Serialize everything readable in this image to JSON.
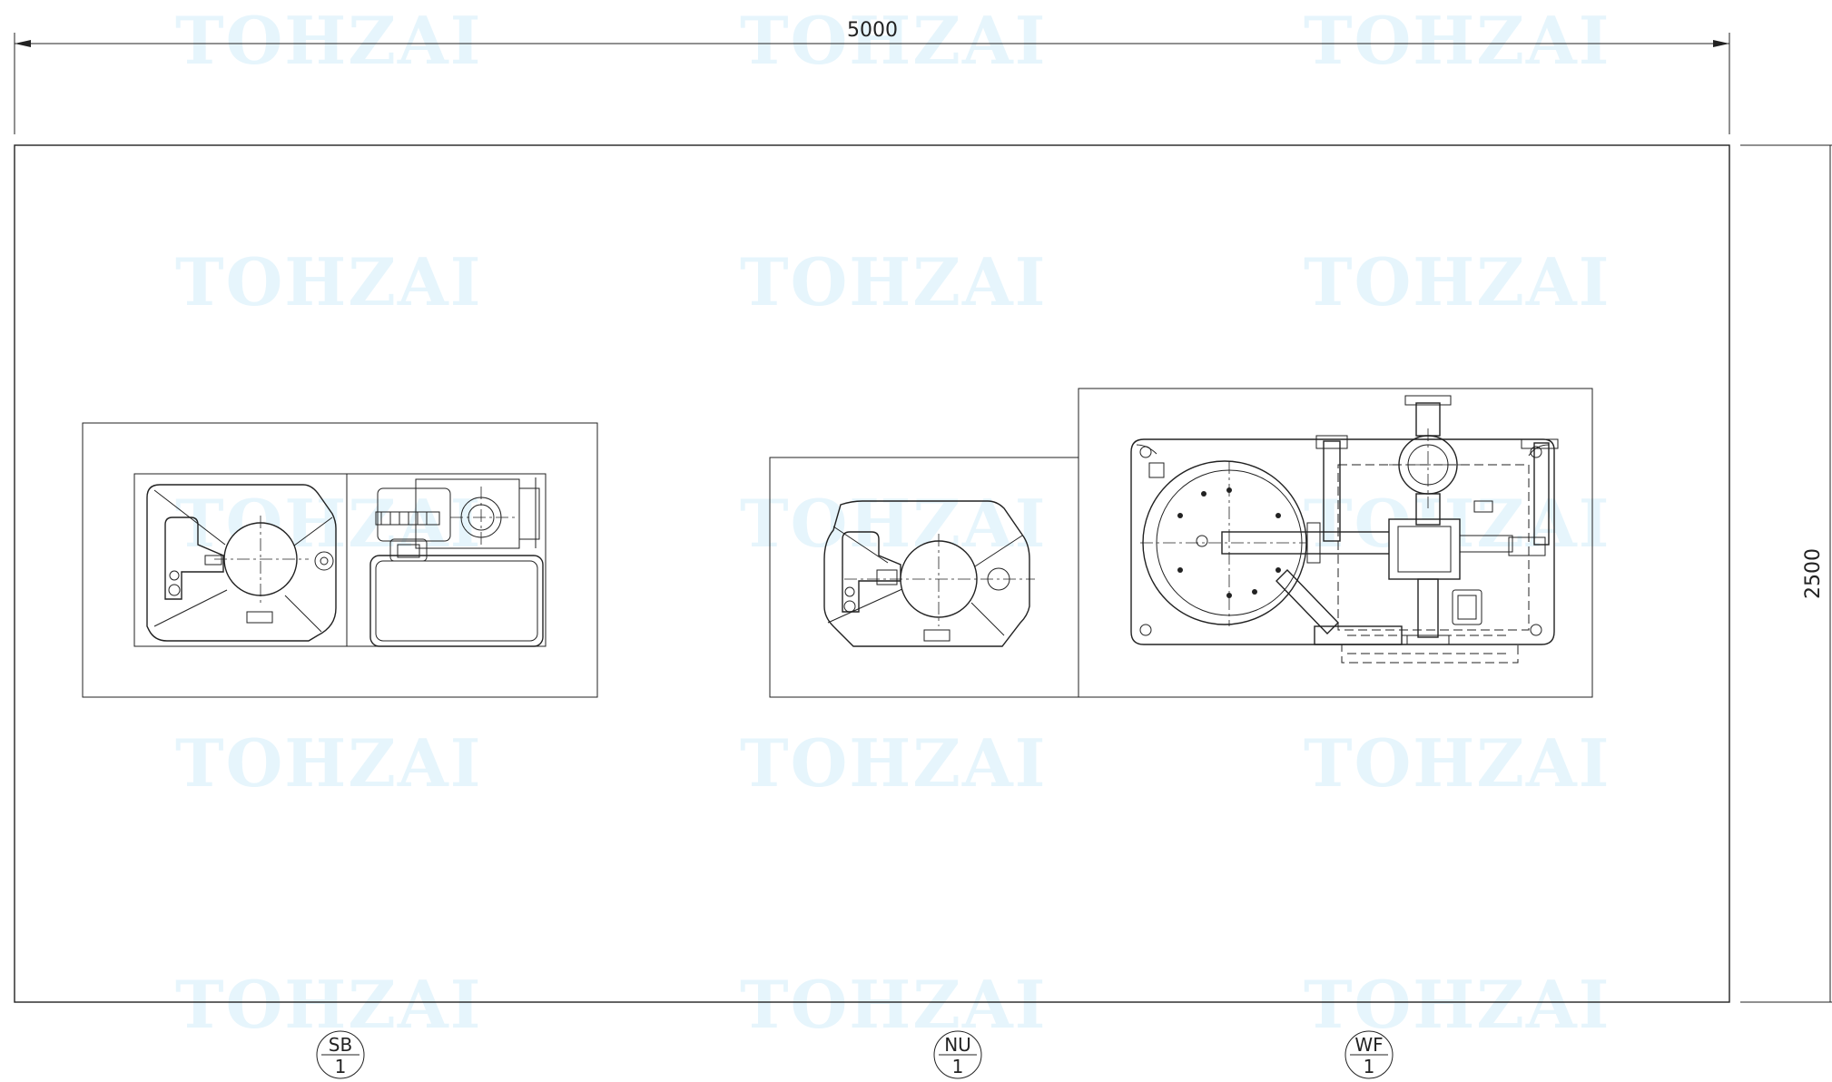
{
  "watermark": {
    "text": "TOHZAI",
    "color": "#e6f5fc"
  },
  "dimensions": {
    "width_label": "5000",
    "height_label": "2500"
  },
  "equipment": [
    {
      "code": "SB",
      "qty": "1"
    },
    {
      "code": "NU",
      "qty": "1"
    },
    {
      "code": "WF",
      "qty": "1"
    }
  ],
  "colors": {
    "line": "#222222",
    "background": "#ffffff",
    "watermark": "#e6f5fc"
  }
}
